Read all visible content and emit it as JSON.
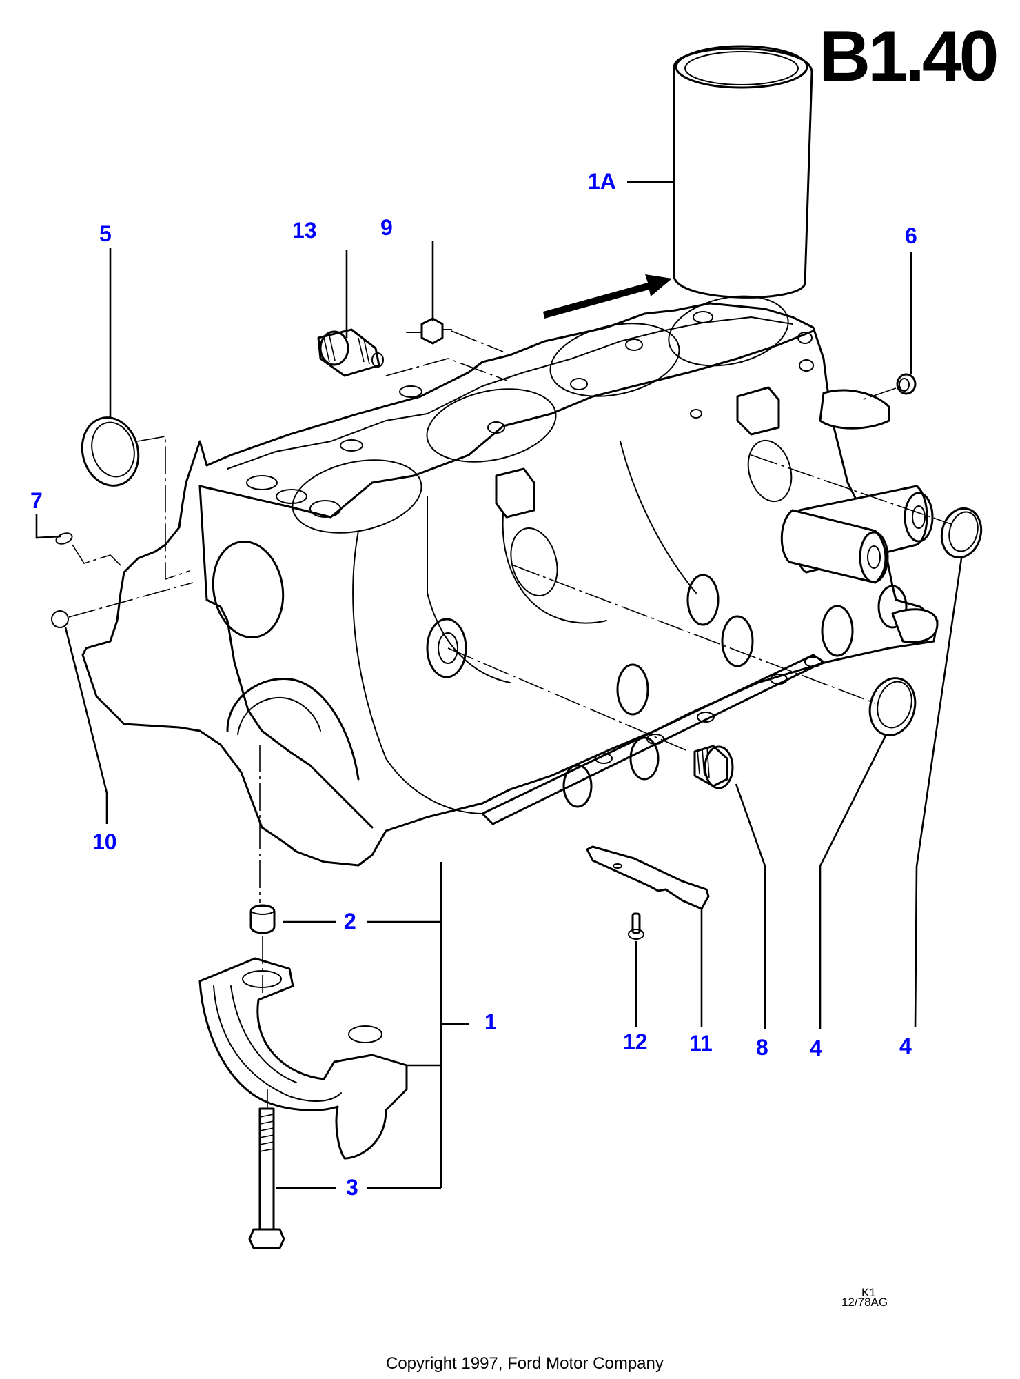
{
  "diagram": {
    "page_code": "B1.40",
    "drawing_ref": {
      "line1": "K1",
      "line2": "12/78AG"
    },
    "copyright": "Copyright 1997, Ford Motor Company",
    "callout_color": "#0000ff",
    "callouts": {
      "c1A": "1A",
      "c1": "1",
      "c2": "2",
      "c3": "3",
      "c4a": "4",
      "c4b": "4",
      "c5": "5",
      "c6": "6",
      "c7": "7",
      "c8": "8",
      "c9": "9",
      "c10": "10",
      "c11": "11",
      "c12": "12",
      "c13": "13"
    }
  }
}
